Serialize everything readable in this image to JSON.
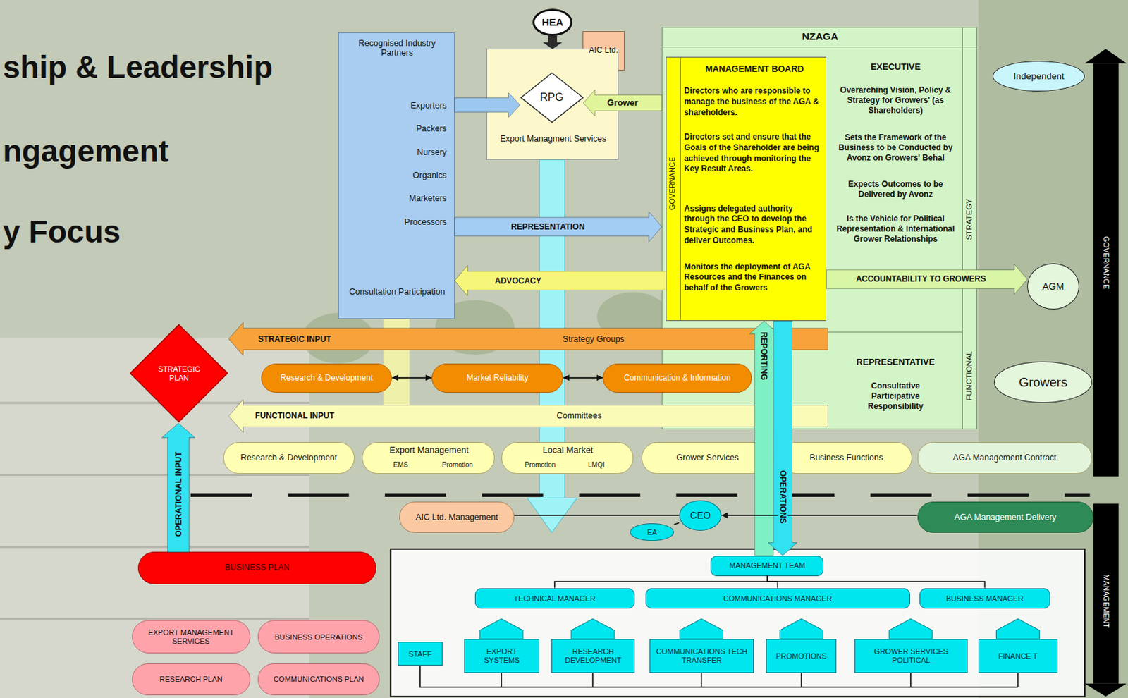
{
  "diagram": {
    "nodes": [
      {
        "text": [
          "HEA"
        ]
      },
      {
        "text": [
          "Recognised Industry Partners",
          "Exporters",
          "Packers",
          "Nursery",
          "Organics",
          "Marketers",
          "Processors",
          "Consultation Participation"
        ]
      },
      {
        "text": [
          "AIC Ltd."
        ]
      },
      {
        "text": [
          "Export Managment Services"
        ]
      },
      {
        "text": [
          "RPG"
        ],
        "in": 3
      },
      {
        "text": [
          "NZAGA"
        ]
      },
      {
        "text": [
          "MANAGEMENT BOARD",
          "Directors who are responsible to manage the business of the AGA & shareholders.",
          "Directors set and ensure that the Goals of the Shareholder are being achieved through monitoring the Key Result Areas.",
          "Assigns delegated authority through the CEO to develop the Strategic and Business Plan, and deliver Outcomes.",
          "Monitors the deployment of AGA Resources and the Finances on behalf of the Growers"
        ],
        "in": 5
      },
      {
        "text": [
          "EXECUTIVE",
          "Overarching Vision, Policy & Strategy for Growers' (as Shareholders)",
          "Sets the Framework of the Business to be Conducted by Avonz on Growers' Behal",
          "Expects Outcomes to be Delivered by Avonz",
          "Is the Vehicle for Political Representation & International Grower Relationships"
        ],
        "in": 5
      },
      {
        "text": [
          "REPRESENTATIVE",
          "Consultative Participative Responsibility"
        ],
        "in": 5
      },
      {
        "text": [
          "Independent"
        ]
      },
      {
        "text": [
          "AGM"
        ]
      },
      {
        "text": [
          "Growers"
        ]
      },
      {
        "text": [
          "STRATEGIC PLAN"
        ]
      },
      {
        "text": [
          "Research & Development"
        ]
      },
      {
        "text": [
          "Market Reliability"
        ]
      },
      {
        "text": [
          "Communication & Information"
        ]
      },
      {
        "text": [
          "Research & Development"
        ]
      },
      {
        "text": [
          "Export Management",
          "EMS",
          "Promotion"
        ]
      },
      {
        "text": [
          "Local Market",
          "Promotion",
          "LMQI"
        ]
      },
      {
        "text": [
          "Grower Services"
        ]
      },
      {
        "text": [
          "Business Functions"
        ]
      },
      {
        "text": [
          "AGA Management Contract"
        ]
      },
      {
        "text": [
          "AIC Ltd. Management"
        ]
      },
      {
        "text": [
          "CEO"
        ]
      },
      {
        "text": [
          "EA"
        ]
      },
      {
        "text": [
          "AGA Management Delivery"
        ]
      },
      {
        "text": [
          "BUSINESS PLAN"
        ]
      },
      {
        "text": [
          "EXPORT MANAGEMENT SERVICES"
        ]
      },
      {
        "text": [
          "BUSINESS OPERATIONS"
        ]
      },
      {
        "text": [
          "RESEARCH PLAN"
        ]
      },
      {
        "text": [
          "COMMUNICATIONS PLAN"
        ]
      },
      {
        "text": [
          "MANAGEMENT TEAM"
        ]
      },
      {
        "text": [
          "TECHNICAL MANAGER"
        ]
      },
      {
        "text": [
          "COMMUNICATIONS MANAGER"
        ]
      },
      {
        "text": [
          "BUSINESS MANAGER"
        ]
      },
      {
        "text": [
          "STAFF"
        ]
      },
      {
        "text": [
          "EXPORT SYSTEMS"
        ]
      },
      {
        "text": [
          "RESEARCH DEVELOPMENT"
        ]
      },
      {
        "text": [
          "COMMUNICATIONS TECH TRANSFER"
        ]
      },
      {
        "text": [
          "PROMOTIONS"
        ]
      },
      {
        "text": [
          "GROWER SERVICES POLITICAL"
        ]
      },
      {
        "text": [
          "FINANCE T"
        ]
      }
    ],
    "edges": [
      {
        "from": 0,
        "to": 3,
        "arrow": "to"
      },
      {
        "from": 1,
        "to": 4,
        "arrow": "to"
      },
      {
        "from": 5,
        "to": 4,
        "label": "Grower",
        "arrow": "to"
      },
      {
        "from": 1,
        "to": 5,
        "label": "REPRESENTATION",
        "arrow": "to"
      },
      {
        "from": 6,
        "to": 1,
        "label": "ADVOCACY",
        "arrow": "to"
      },
      {
        "from": 6,
        "to": 10,
        "label": "ACCOUNTABILITY TO GROWERS",
        "arrow": "to"
      },
      {
        "from": 8,
        "to": 12,
        "label": "STRATEGIC INPUT",
        "arrow": "to"
      },
      {
        "from": 8,
        "to": 12,
        "label": "FUNCTIONAL INPUT",
        "arrow": "to"
      },
      {
        "from": 13,
        "to": 14,
        "arrow": "both"
      },
      {
        "from": 14,
        "to": 15,
        "arrow": "both"
      },
      {
        "from": 26,
        "to": 12,
        "label": "OPERATIONAL INPUT",
        "arrow": "to"
      },
      {
        "from": 31,
        "to": 6,
        "label": "REPORTING",
        "arrow": "to"
      },
      {
        "from": 6,
        "to": 31,
        "label": "OPERATIONS",
        "arrow": "to"
      },
      {
        "from": 22,
        "to": 23,
        "arrow": "none"
      },
      {
        "from": 24,
        "to": 23,
        "arrow": "none"
      },
      {
        "from": 25,
        "to": 23,
        "arrow": "to"
      },
      {
        "from": 31,
        "to": 32,
        "arrow": "none"
      },
      {
        "from": 31,
        "to": 33,
        "arrow": "none"
      },
      {
        "from": 31,
        "to": 34,
        "arrow": "none"
      }
    ],
    "labels": [
      "ship & Leadership",
      "ngagement",
      "y Focus",
      "Strategy Groups",
      "Committees",
      "GOVERNANCE",
      "STRATEGY",
      "FUNCTIONAL",
      "GOVERNANCE",
      "MANAGEMENT"
    ]
  }
}
